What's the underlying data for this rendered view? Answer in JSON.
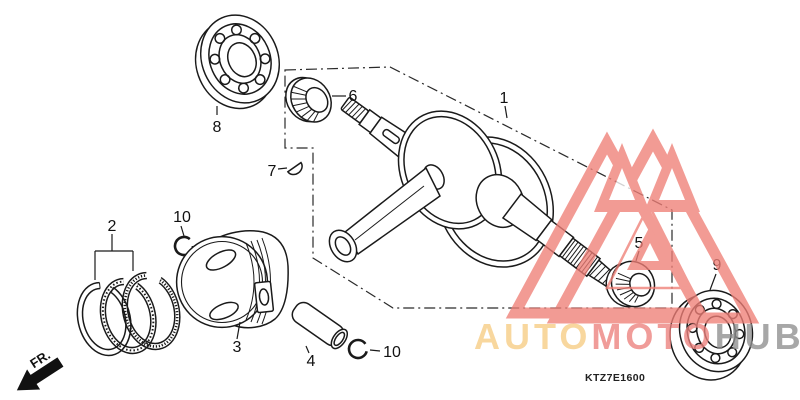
{
  "diagram": {
    "code": "KTZ7E1600",
    "direction_label": "FR.",
    "part_labels": {
      "l1": "1",
      "l2": "2",
      "l3": "3",
      "l4": "4",
      "l5": "5",
      "l6": "6",
      "l7": "7",
      "l8": "8",
      "l9": "9",
      "l10a": "10",
      "l10b": "10"
    },
    "watermark": {
      "segments": [
        {
          "text": "AUTO",
          "color": "#f7cc84"
        },
        {
          "text": "MOTO",
          "color": "#ed817d"
        },
        {
          "text": "HUB",
          "color": "#8f8f8f"
        }
      ],
      "triangle_color": "#ef7f77"
    }
  }
}
